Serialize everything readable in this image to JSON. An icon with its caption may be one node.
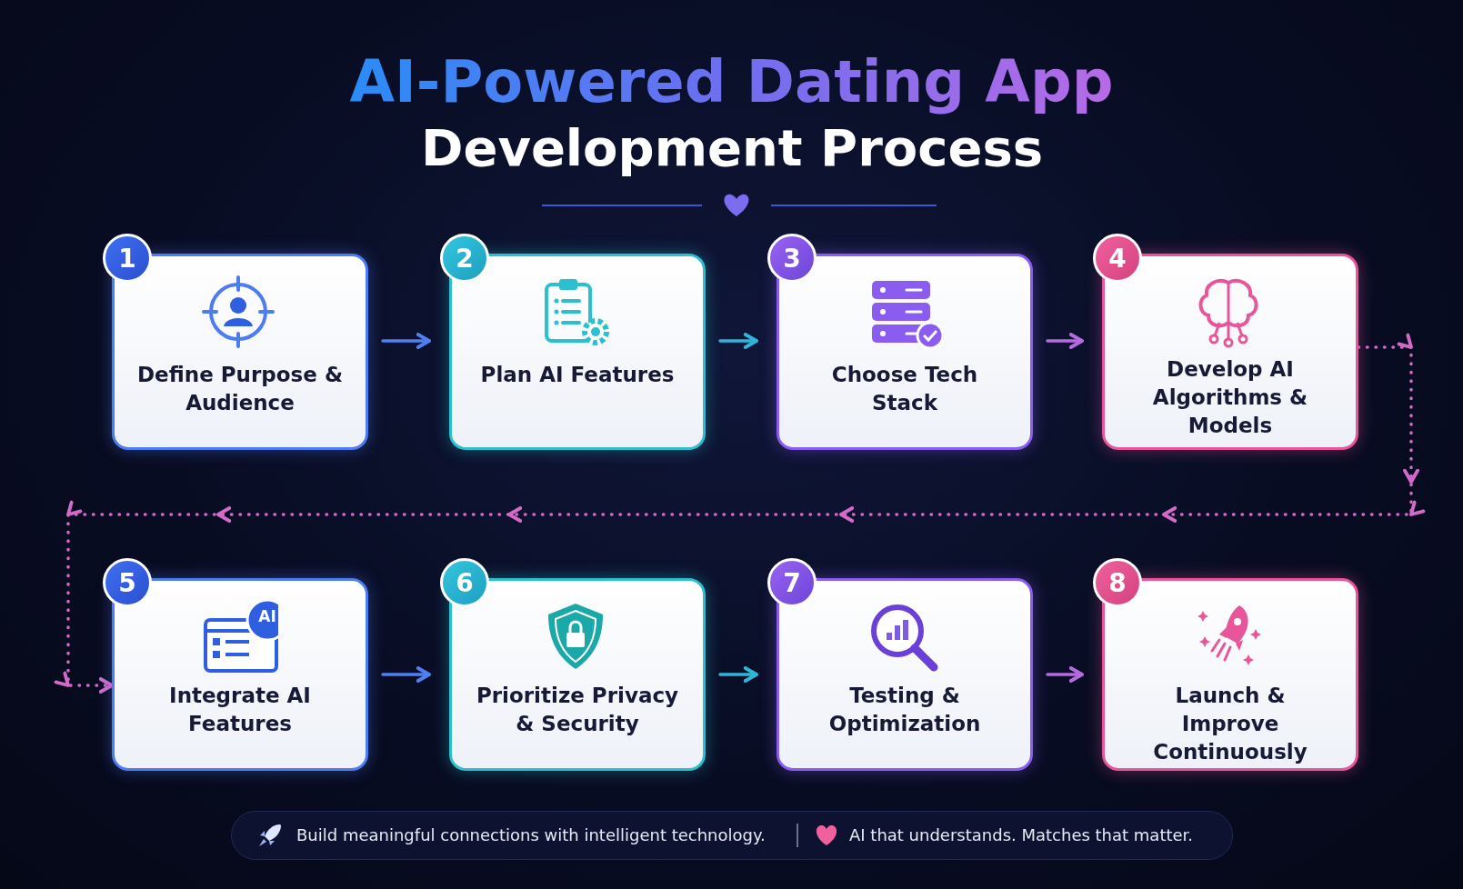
{
  "diagram": {
    "title": "AI-Powered Dating App",
    "nodes": [
      {
        "text": [
          "1",
          "Define Purpose & Audience"
        ]
      },
      {
        "text": [
          "2",
          "Plan AI Features"
        ]
      },
      {
        "text": [
          "3",
          "Choose Tech Stack"
        ]
      },
      {
        "text": [
          "4",
          "Develop AI Algorithms & Models"
        ]
      },
      {
        "text": [
          "5",
          "Integrate AI Features"
        ]
      },
      {
        "text": [
          "6",
          "Prioritize Privacy & Security"
        ]
      },
      {
        "text": [
          "7",
          "Testing & Optimization"
        ]
      },
      {
        "text": [
          "8",
          "Launch & Improve Continuously"
        ]
      }
    ],
    "edges": [
      {
        "from": 0,
        "to": 1,
        "arrow": "to",
        "color": "#4f7ff0"
      },
      {
        "from": 1,
        "to": 2,
        "arrow": "to",
        "color": "#2fb5d8"
      },
      {
        "from": 2,
        "to": 3,
        "arrow": "to",
        "color": "#b56be0"
      },
      {
        "from": 3,
        "to": 4,
        "arrow": "to",
        "style": "dashed",
        "color": "#d46ac8"
      },
      {
        "from": 4,
        "to": 5,
        "arrow": "to",
        "color": "#4f7ff0"
      },
      {
        "from": 5,
        "to": 6,
        "arrow": "to",
        "color": "#2fb5d8"
      },
      {
        "from": 6,
        "to": 7,
        "arrow": "to",
        "color": "#b56be0"
      }
    ],
    "labels": [
      "Development Process",
      "AI",
      "Build meaningful connections with intelligent technology.",
      "AI that understands. Matches that matter."
    ]
  }
}
